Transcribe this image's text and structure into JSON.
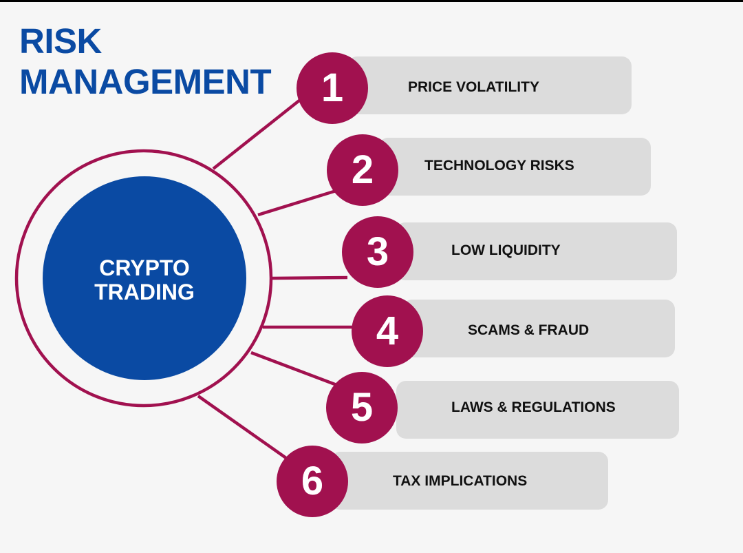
{
  "title": {
    "line1": "RISK",
    "line2": "MANAGEMENT"
  },
  "center": {
    "line1": "CRYPTO",
    "line2": "TRADING"
  },
  "colors": {
    "blue": "#0a4aa3",
    "magenta": "#a1114f",
    "pill": "#dcdcdc",
    "background": "#f6f6f6"
  },
  "items": [
    {
      "number": "1",
      "label": "PRICE VOLATILITY"
    },
    {
      "number": "2",
      "label": "TECHNOLOGY RISKS"
    },
    {
      "number": "3",
      "label": "LOW LIQUIDITY"
    },
    {
      "number": "4",
      "label": "SCAMS & FRAUD"
    },
    {
      "number": "5",
      "label": "LAWS & REGULATIONS"
    },
    {
      "number": "6",
      "label": "TAX IMPLICATIONS"
    }
  ]
}
